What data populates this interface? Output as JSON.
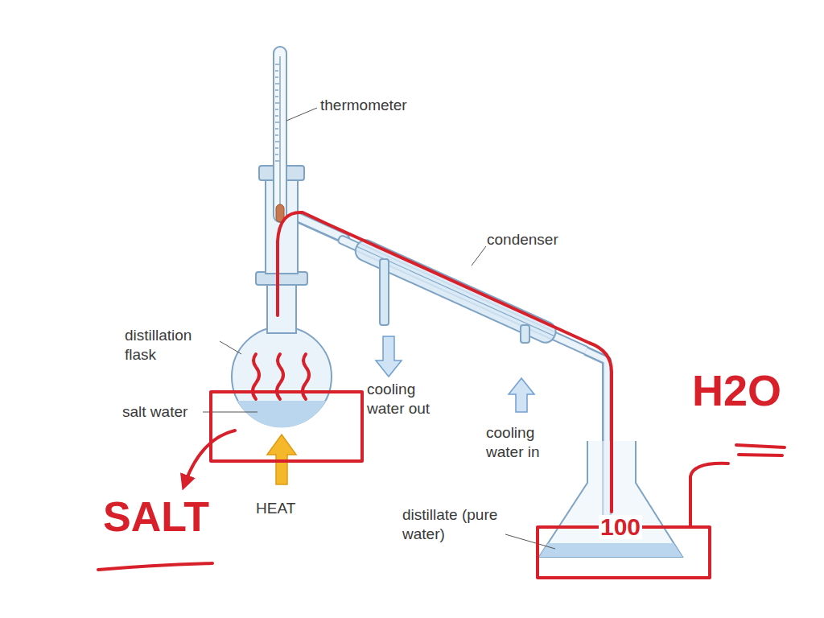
{
  "diagram": {
    "labels": [
      "thermometer",
      "condenser",
      "distillation flask",
      "salt water",
      "cooling water out",
      "cooling water in",
      "HEAT",
      "distillate (pure water)",
      "SALT",
      "H2O",
      "100"
    ]
  }
}
